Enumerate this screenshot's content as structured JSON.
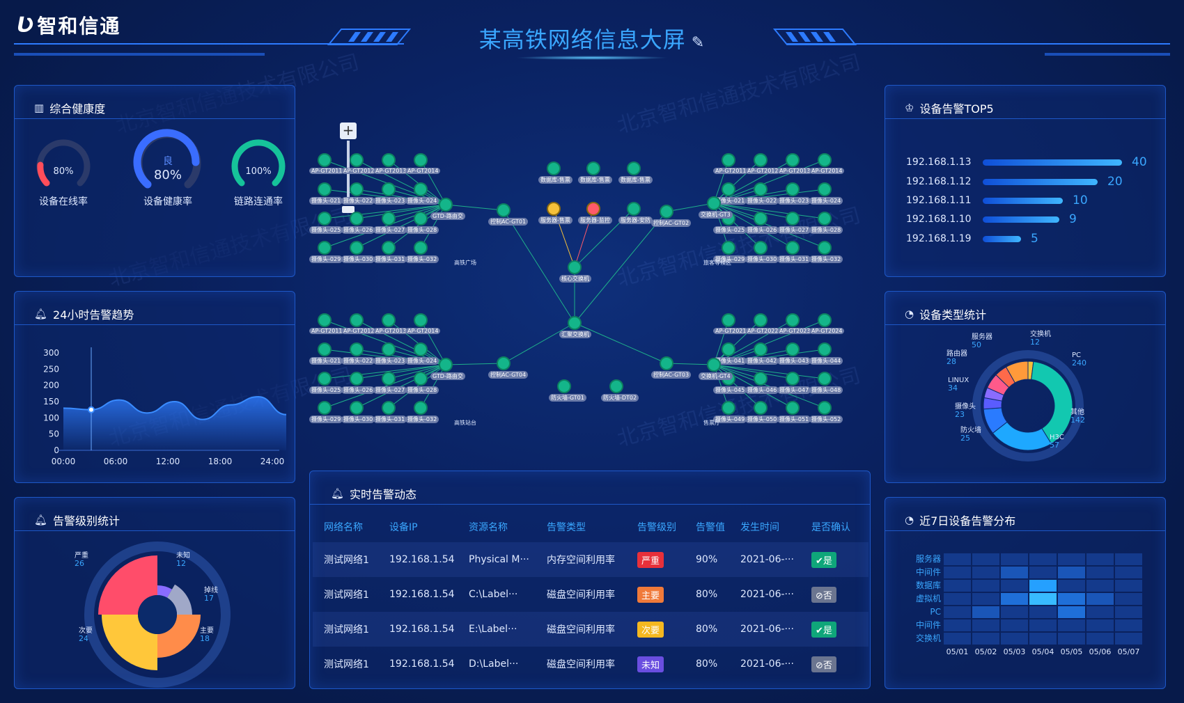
{
  "header": {
    "logo_mark": "Ʋ",
    "logo_text": "智和信通",
    "title": "某高铁网络信息大屏",
    "edit_icon": "pencil-icon"
  },
  "watermark": "北京智和信通技术有限公司",
  "health": {
    "title": "综合健康度",
    "icon": "chart-icon",
    "gauges": [
      {
        "label": "设备在线率",
        "value_text": "80%",
        "value": 0.8,
        "color": "#ff4d5a"
      },
      {
        "label": "设备健康率",
        "value_text": "80%",
        "grade": "良",
        "value": 0.8,
        "color": "#3a6dff"
      },
      {
        "label": "链路连通率",
        "value_text": "100%",
        "value": 1.0,
        "color": "#16c39a"
      }
    ]
  },
  "trend": {
    "title": "24小时告警趋势",
    "icon": "bell-icon"
  },
  "level_stat": {
    "title": "告警级别统计",
    "icon": "bell-icon"
  },
  "top5": {
    "title": "设备告警TOP5",
    "icon": "top-icon",
    "items": [
      {
        "ip": "192.168.1.13",
        "value": "40"
      },
      {
        "ip": "192.168.1.12",
        "value": "20"
      },
      {
        "ip": "192.168.1.11",
        "value": "10"
      },
      {
        "ip": "192.168.1.10",
        "value": "9"
      },
      {
        "ip": "192.168.1.19",
        "value": "5"
      }
    ]
  },
  "type_stat": {
    "title": "设备类型统计",
    "icon": "pie-icon"
  },
  "dist7": {
    "title": "近7日设备告警分布",
    "icon": "pie-icon"
  },
  "realtime": {
    "title": "实时告警动态",
    "icon": "bell-icon",
    "columns": [
      "网络名称",
      "设备IP",
      "资源名称",
      "告警类型",
      "告警级别",
      "告警值",
      "发生时间",
      "是否确认"
    ],
    "rows": [
      {
        "net": "测试网络1",
        "ip": "192.168.1.54",
        "res": "Physical M···",
        "type": "内存空间利用率",
        "level": "严重",
        "level_color": "#e8303a",
        "val": "90%",
        "time": "2021-06-···",
        "confirm": "✔是",
        "confirm_color": "#0fa67a"
      },
      {
        "net": "测试网络1",
        "ip": "192.168.1.54",
        "res": "C:\\Label···",
        "type": "磁盘空间利用率",
        "level": "主要",
        "level_color": "#f07a3a",
        "val": "80%",
        "time": "2021-06-···",
        "confirm": "⊘否",
        "confirm_color": "#6b7590"
      },
      {
        "net": "测试网络1",
        "ip": "192.168.1.54",
        "res": "E:\\Label···",
        "type": "磁盘空间利用率",
        "level": "次要",
        "level_color": "#f5b820",
        "val": "80%",
        "time": "2021-06-···",
        "confirm": "✔是",
        "confirm_color": "#0fa67a"
      },
      {
        "net": "测试网络1",
        "ip": "192.168.1.54",
        "res": "D:\\Label···",
        "type": "磁盘空间利用率",
        "level": "未知",
        "level_color": "#6a4ee0",
        "val": "80%",
        "time": "2021-06-···",
        "confirm": "⊘否",
        "confirm_color": "#6b7590"
      }
    ]
  },
  "topology": {
    "zoom_in_label": "+",
    "zoom_out_label": "−",
    "groups": [
      {
        "name": "高铁广场",
        "ap": [
          "AP-GT2011",
          "AP-GT2012",
          "AP-GT2013",
          "AP-GT2014"
        ],
        "cams": [
          "摄像头-021",
          "摄像头-022",
          "摄像头-023",
          "摄像头-024",
          "摄像头-025",
          "摄像头-026",
          "摄像头-027",
          "摄像头-028",
          "摄像头-029",
          "摄像头-030",
          "摄像头-031",
          "摄像头-032"
        ],
        "switch": "GTD-路由交",
        "ctrl": "控制AC-GT01"
      },
      {
        "name": "旅客等候区",
        "ap": [
          "AP-GT2011",
          "AP-GT2012",
          "AP-GT2013",
          "AP-GT2014"
        ],
        "cams": [
          "摄像头-021",
          "摄像头-022",
          "摄像头-023",
          "摄像头-024",
          "摄像头-025",
          "摄像头-026",
          "摄像头-027",
          "摄像头-028",
          "摄像头-029",
          "摄像头-030",
          "摄像头-031",
          "摄像头-032"
        ],
        "switch": "交换机-GT3",
        "ctrl": "控制AC-GT02"
      },
      {
        "name": "高铁站台",
        "ap": [
          "AP-GT2011",
          "AP-GT2012",
          "AP-GT2013",
          "AP-GT2014"
        ],
        "cams": [
          "摄像头-021",
          "摄像头-022",
          "摄像头-023",
          "摄像头-024",
          "摄像头-025",
          "摄像头-026",
          "摄像头-027",
          "摄像头-028",
          "摄像头-029",
          "摄像头-030",
          "摄像头-031",
          "摄像头-032"
        ],
        "switch": "GTD-路由交",
        "ctrl": "控制AC-GT04"
      },
      {
        "name": "售票厅",
        "ap": [
          "AP-GT2021",
          "AP-GT2022",
          "AP-GT2023",
          "AP-GT2024"
        ],
        "cams": [
          "摄像头-041",
          "摄像头-042",
          "摄像头-043",
          "摄像头-044",
          "摄像头-045",
          "摄像头-046",
          "摄像头-047",
          "摄像头-048",
          "摄像头-049",
          "摄像头-050",
          "摄像头-051",
          "摄像头-052"
        ],
        "switch": "交换机-GT4",
        "ctrl": "控制AC-GT03"
      }
    ],
    "center": {
      "dbs": [
        "数据库-售票",
        "数据库-售票",
        "数据库-售票"
      ],
      "servers": [
        "服务器-售票",
        "服务器-监控",
        "服务器-安防"
      ],
      "core": "核心交换机",
      "agg": "汇聚交换机",
      "fw": [
        "防火墙-GT01",
        "防火墙-DT02"
      ]
    }
  },
  "chart_data": [
    {
      "type": "line",
      "x": [
        "00:00",
        "06:00",
        "12:00",
        "18:00",
        "24:00"
      ],
      "y_ticks": [
        "300",
        "250",
        "200",
        "150",
        "100",
        "50",
        "0"
      ],
      "ylim": [
        0,
        300
      ],
      "series": [
        {
          "values": [
            130,
            125,
            155,
            115,
            150,
            95,
            140,
            165,
            110
          ]
        }
      ],
      "marker_index": 1,
      "color": "#3a8cff"
    },
    {
      "type": "pie",
      "labels": [
        "严重",
        "未知",
        "掉线",
        "主要",
        "次要"
      ],
      "values": [
        26,
        12,
        17,
        18,
        24
      ],
      "colors": [
        "#ff4d6a",
        "#8a6cff",
        "#a0a8c8",
        "#ff8c4a",
        "#ffc73a"
      ]
    },
    {
      "type": "pie",
      "labels": [
        "交换机",
        "PC",
        "其他",
        "H3C",
        "防火墙",
        "摄像头",
        "LINUX",
        "路由器",
        "服务器"
      ],
      "values": [
        12,
        240,
        142,
        57,
        25,
        23,
        34,
        28,
        50
      ],
      "colors": [
        "#f5c03a",
        "#12c8b0",
        "#1ea8ff",
        "#2a7bff",
        "#5a5cff",
        "#8a6cff",
        "#ff5a8a",
        "#ff6a4a",
        "#ff9a3a"
      ]
    },
    {
      "type": "heatmap",
      "rows": [
        "服务器",
        "中间件",
        "数据库",
        "虚拟机",
        "PC",
        "中间件",
        "交换机"
      ],
      "cols": [
        "05/01",
        "05/02",
        "05/03",
        "05/04",
        "05/05",
        "05/06",
        "05/07"
      ],
      "values": [
        [
          1,
          1,
          1,
          1,
          1,
          1,
          1
        ],
        [
          1,
          1,
          2,
          1,
          2,
          1,
          1
        ],
        [
          1,
          1,
          1,
          4,
          1,
          1,
          1
        ],
        [
          1,
          1,
          3,
          5,
          3,
          2,
          1
        ],
        [
          1,
          2,
          1,
          1,
          3,
          1,
          1
        ],
        [
          1,
          1,
          1,
          1,
          1,
          1,
          1
        ],
        [
          1,
          1,
          1,
          1,
          1,
          1,
          1
        ]
      ]
    }
  ]
}
